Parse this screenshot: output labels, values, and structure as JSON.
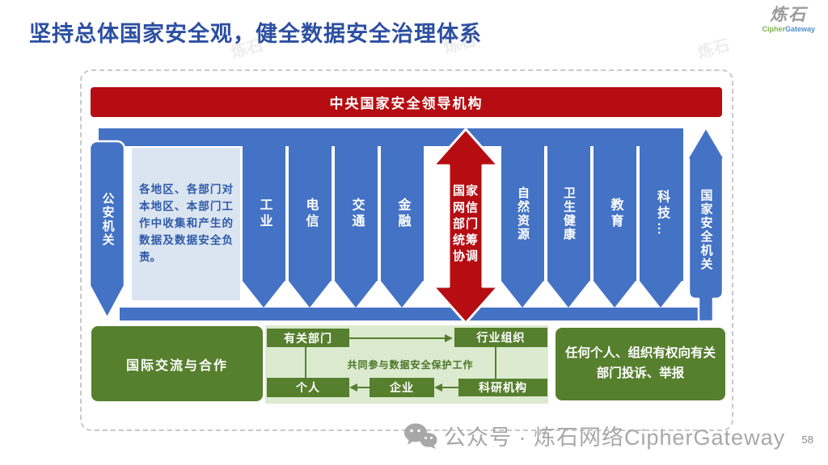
{
  "page": {
    "title": "坚持总体国家安全观，健全数据安全治理体系",
    "page_number": "58",
    "footer_watermark": "公众号 · 炼石网络CipherGateway",
    "bg_watermark": "炼石",
    "logo": {
      "zh": "炼石",
      "green": "Cipher",
      "blue": "Gateway"
    }
  },
  "diagram": {
    "banner": "中央国家安全领导机构",
    "left_arrow": "公安机关",
    "right_arrow": "国家安全机关",
    "center_arrow": "国家网信部门统筹协调",
    "info_box": "各地区、各部门对本地区、本部门工作中收集和产生的数据及数据安全负责。",
    "columns": [
      "工业",
      "电信",
      "交通",
      "金融",
      "自然资源",
      "卫生健康",
      "教育",
      "科技…"
    ],
    "cooperation_box": "国际交流与合作",
    "flow": {
      "related_depts": "有关部门",
      "industry_org": "行业组织",
      "caption": "共同参与数据安全保护工作",
      "individual": "个人",
      "enterprise": "企业",
      "research": "科研机构"
    },
    "complaint_box": "任何个人、组织有权向有关部门投诉、举报"
  },
  "colors": {
    "blue": "#4472c4",
    "red": "#b50d12",
    "green": "#567f2e",
    "light_green": "#dcead0",
    "light_blue": "#dbe5f1",
    "title_blue": "#2c4fa2"
  }
}
